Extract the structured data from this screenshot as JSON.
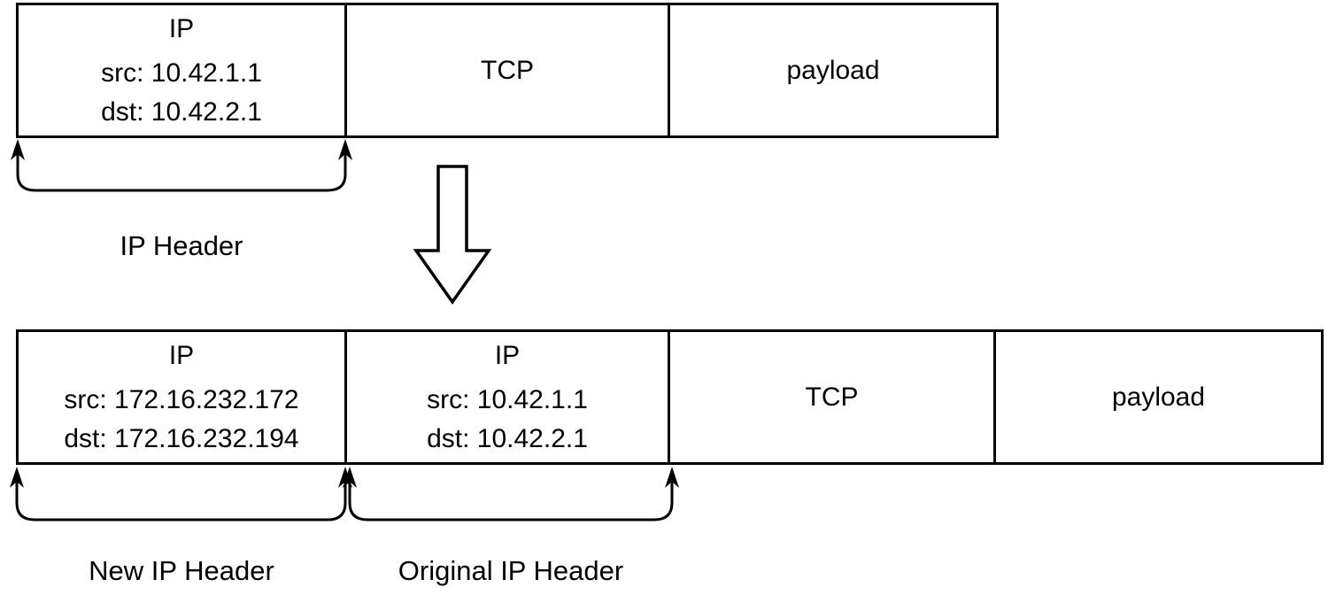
{
  "diagram": {
    "title": "ip-in-ip-encapsulation",
    "colors": {
      "stroke": "#000000",
      "background": "#ffffff"
    },
    "top_packet": {
      "segments": [
        {
          "title": "IP",
          "lines": [
            "src: 10.42.1.1",
            "dst: 10.42.2.1"
          ]
        },
        {
          "title": "TCP",
          "lines": []
        },
        {
          "title": "payload",
          "lines": []
        }
      ],
      "brace_label": "IP Header"
    },
    "arrow": {
      "direction": "down"
    },
    "bottom_packet": {
      "segments": [
        {
          "title": "IP",
          "lines": [
            "src: 172.16.232.172",
            "dst: 172.16.232.194"
          ]
        },
        {
          "title": "IP",
          "lines": [
            "src: 10.42.1.1",
            "dst: 10.42.2.1"
          ]
        },
        {
          "title": "TCP",
          "lines": []
        },
        {
          "title": "payload",
          "lines": []
        }
      ],
      "brace_labels": [
        "New IP Header",
        "Original IP Header"
      ]
    }
  }
}
